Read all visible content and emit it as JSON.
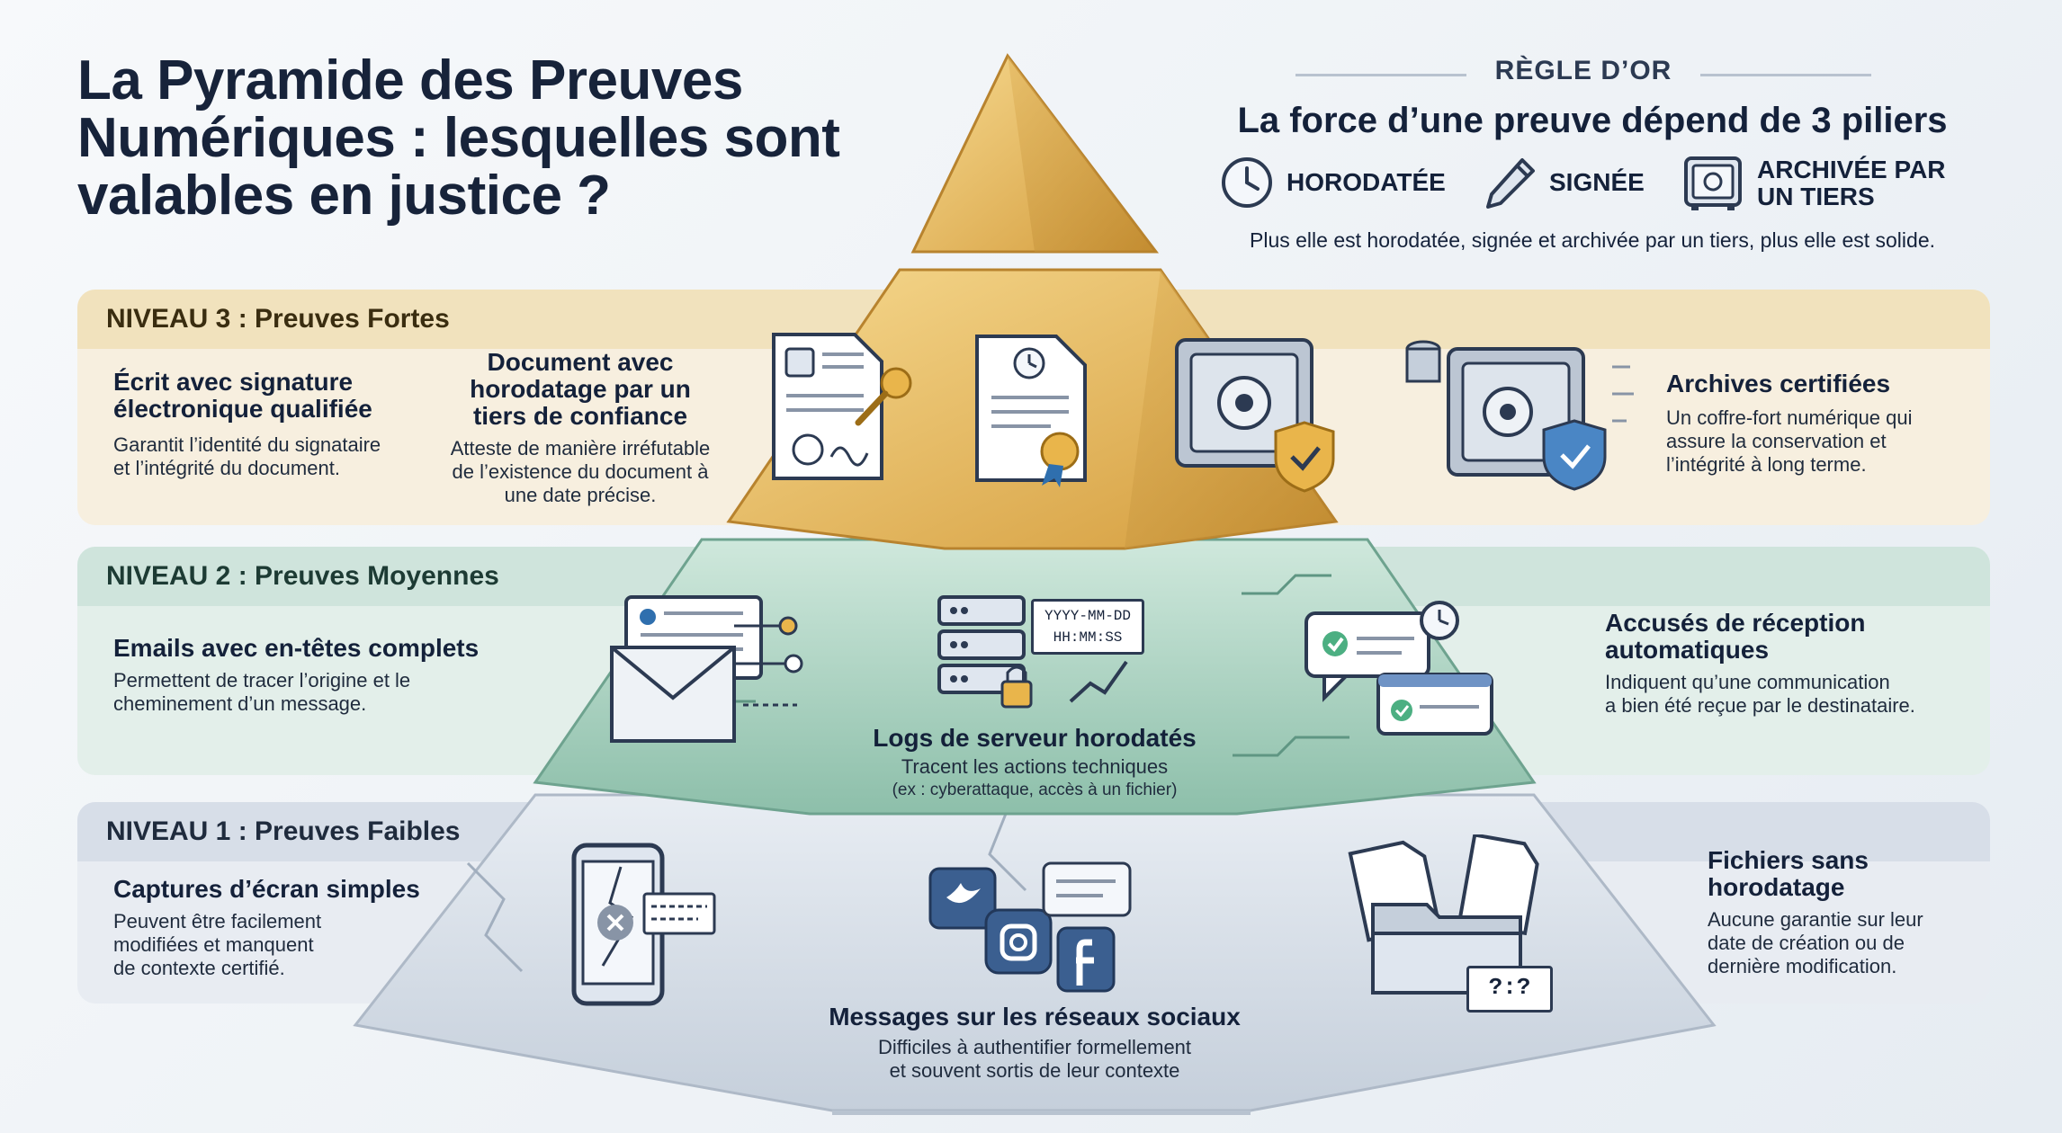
{
  "title_line1": "La Pyramide des Preuves",
  "title_line2": "Numériques : lesquelles sont",
  "title_line3": "valables en justice ?",
  "rule": {
    "label": "RÈGLE D’OR",
    "headline": "La force d’une preuve dépend de 3 piliers",
    "pillar_1": "HORODATÉE",
    "pillar_2": "SIGNÉE",
    "pillar_3_line1": "ARCHIVÉE PAR",
    "pillar_3_line2": "UN TIERS",
    "note": "Plus elle est horodatée, signée et archivée par un tiers, plus elle est solide."
  },
  "level3": {
    "header": "NIVEAU 3 : Preuves Fortes",
    "item1_title_1": "Écrit avec signature",
    "item1_title_2": "électronique qualifiée",
    "item1_desc_1": "Garantit l’identité du signataire",
    "item1_desc_2": "et l’intégrité du document.",
    "item2_title_1": "Document avec",
    "item2_title_2": "horodatage par un",
    "item2_title_3": "tiers de confiance",
    "item2_desc_1": "Atteste de manière irréfutable",
    "item2_desc_2": "de l’existence du document à",
    "item2_desc_3": "une date précise.",
    "item3_title": "Archives certifiées",
    "item3_desc_1": "Un coffre-fort numérique qui",
    "item3_desc_2": "assure la conservation et",
    "item3_desc_3": "l’intégrité à long terme."
  },
  "level2": {
    "header": "NIVEAU 2 : Preuves Moyennes",
    "item1_title": "Emails avec en-têtes complets",
    "item1_desc_1": "Permettent de tracer l’origine et le",
    "item1_desc_2": "cheminement d’un message.",
    "item2_title": "Logs de serveur horodatés",
    "item2_desc_1": "Tracent les actions techniques",
    "item2_desc_2": "(ex : cyberattaque, accès à un fichier)",
    "log_stamp_1": "YYYY-MM-DD",
    "log_stamp_2": "HH:MM:SS",
    "item3_title_1": "Accusés de réception",
    "item3_title_2": "automatiques",
    "item3_desc_1": "Indiquent qu’une communication",
    "item3_desc_2": "a bien été reçue par le destinataire."
  },
  "level1": {
    "header": "NIVEAU 1 : Preuves Faibles",
    "item1_title": "Captures d’écran simples",
    "item1_desc_1": "Peuvent être facilement",
    "item1_desc_2": "modifiées et manquent",
    "item1_desc_3": "de contexte certifié.",
    "item2_title": "Messages sur les réseaux sociaux",
    "item2_desc_1": "Difficiles à authentifier formellement",
    "item2_desc_2": "et souvent sortis de leur contexte",
    "item3_title_1": "Fichiers sans",
    "item3_title_2": "horodatage",
    "item3_desc_1": "Aucune garantie sur leur",
    "item3_desc_2": "date de création ou de",
    "item3_desc_3": "dernière modification.",
    "unknown_stamp": "?:?"
  },
  "colors": {
    "gold": "#e3b45a",
    "green": "#8fc2ad",
    "stone": "#cdd6e0",
    "navy": "#17233a"
  }
}
